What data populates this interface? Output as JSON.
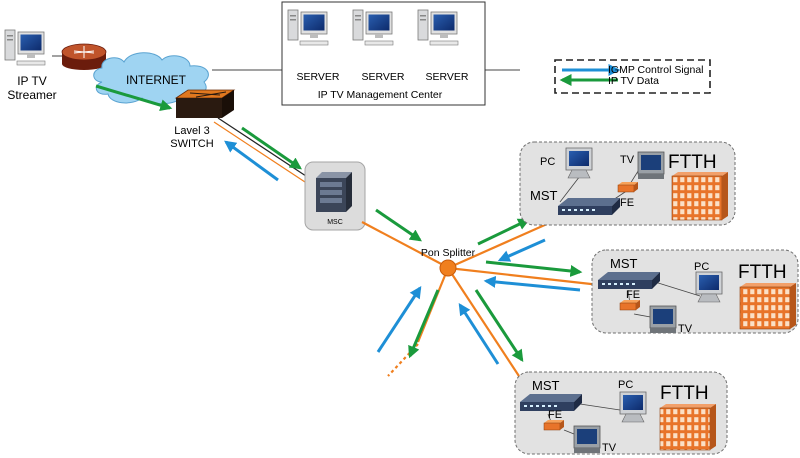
{
  "streamer": {
    "label_line1": "IP TV",
    "label_line2": "Streamer"
  },
  "internet": {
    "label": "INTERNET"
  },
  "switch": {
    "label_line1": "Lavel 3",
    "label_line2": "SWITCH"
  },
  "management": {
    "servers": [
      "SERVER",
      "SERVER",
      "SERVER"
    ],
    "label": "IP TV Management Center"
  },
  "legend": {
    "igmp": "IGMP Control Signal",
    "data": "IP TV Data"
  },
  "msc": {
    "label": "MSC"
  },
  "splitter": {
    "label": "Pon Splitter"
  },
  "ftth_groups": [
    {
      "pc": "PC",
      "tv": "TV",
      "mst": "MST",
      "fe": "FE",
      "ftth": "FTTH"
    },
    {
      "pc": "PC",
      "tv": "TV",
      "mst": "MST",
      "fe": "FE",
      "ftth": "FTTH"
    },
    {
      "pc": "PC",
      "tv": "TV",
      "mst": "MST",
      "fe": "FE",
      "ftth": "FTTH"
    }
  ],
  "colors": {
    "orange": "#f07f1e",
    "green": "#1a9a3c",
    "blue": "#1e8fd6",
    "building": "#e8742a"
  }
}
